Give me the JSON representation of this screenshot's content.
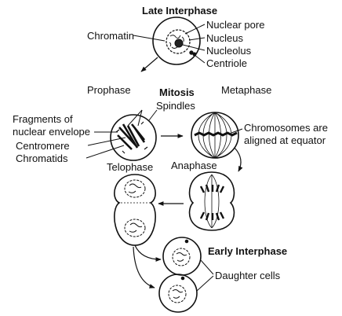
{
  "labels": {
    "late_interphase": "Late Interphase",
    "chromatin": "Chromatin",
    "nuclear_pore": "Nuclear pore",
    "nucleus": "Nucleus",
    "nucleolus": "Nucleolus",
    "centriole": "Centriole",
    "prophase": "Prophase",
    "mitosis": "Mitosis",
    "spindles": "Spindles",
    "metaphase": "Metaphase",
    "fragments_line1": "Fragments of",
    "fragments_line2": "nuclear envelope",
    "centromere": "Centromere",
    "chromatids": "Chromatids",
    "chromosomes_line1": "Chromosomes are",
    "chromosomes_line2": "aligned at equator",
    "telophase": "Telophase",
    "anaphase": "Anaphase",
    "early_interphase": "Early Interphase",
    "daughter_cells": "Daughter cells"
  },
  "colors": {
    "ink": "#111111",
    "background": "#ffffff"
  }
}
